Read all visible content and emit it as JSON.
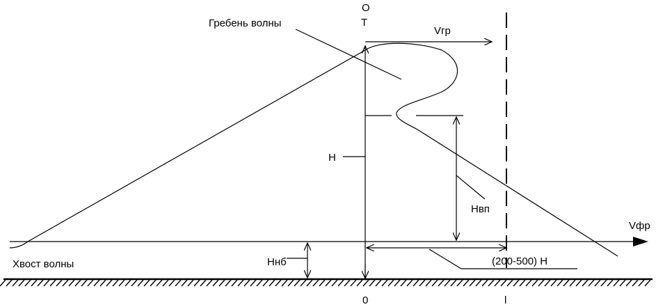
{
  "diagram": {
    "labels": {
      "crest": "Гребень волны",
      "tail": "Хвост волны",
      "axis_top_o": "O",
      "axis_top_t": "T",
      "v_group": "Vгр",
      "v_front": "Vфр",
      "h": "H",
      "h_vp": "Hвп",
      "h_nb": "Hнб",
      "distance": "(200-500) H",
      "bottom_zero": "0",
      "bottom_l": "l"
    },
    "colors": {
      "ink": "#000000",
      "background": "#ffffff"
    }
  }
}
